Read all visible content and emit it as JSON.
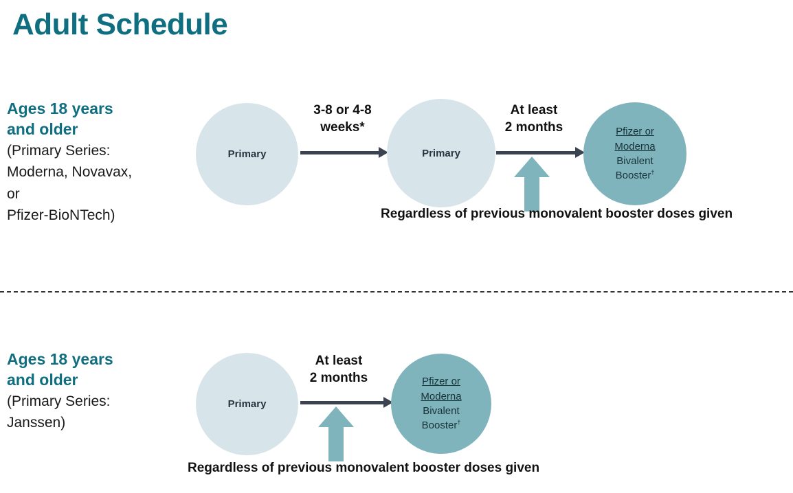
{
  "page": {
    "title": "Adult Schedule",
    "accent_color": "#0f6e80",
    "circle_light_color": "#d7e5ea",
    "circle_dark_color": "#7fb4bc",
    "arrow_color": "#3b4250"
  },
  "sections": [
    {
      "id": "ages-18-primary-mrna",
      "heading_line1": "Ages 18 years",
      "heading_line2": "and older",
      "sub_line1": "(Primary Series:",
      "sub_line2": "Moderna, Novavax,",
      "sub_line3": "or",
      "sub_line4": "Pfizer-BioNTech)",
      "nodes": {
        "primary_1": "Primary",
        "primary_2": "Primary",
        "booster_link_line1": "Pfizer or",
        "booster_link_line2": "Moderna",
        "booster_plain_line1": "Bivalent",
        "booster_plain_line2": "Booster",
        "booster_dagger": "†"
      },
      "interval_1_line1": "3-8 or 4-8",
      "interval_1_line2": "weeks*",
      "interval_2_line1": "At least",
      "interval_2_line2": "2 months",
      "caption": "Regardless of previous monovalent booster doses given"
    },
    {
      "id": "ages-18-primary-janssen",
      "heading_line1": "Ages 18 years",
      "heading_line2": "and older",
      "sub_line1": "(Primary Series:",
      "sub_line2": "Janssen)",
      "nodes": {
        "primary_1": "Primary",
        "booster_link_line1": "Pfizer or",
        "booster_link_line2": "Moderna",
        "booster_plain_line1": "Bivalent",
        "booster_plain_line2": "Booster",
        "booster_dagger": "†"
      },
      "interval_1_line1": "At least",
      "interval_1_line2": "2 months",
      "caption": "Regardless of previous monovalent booster doses given"
    }
  ]
}
